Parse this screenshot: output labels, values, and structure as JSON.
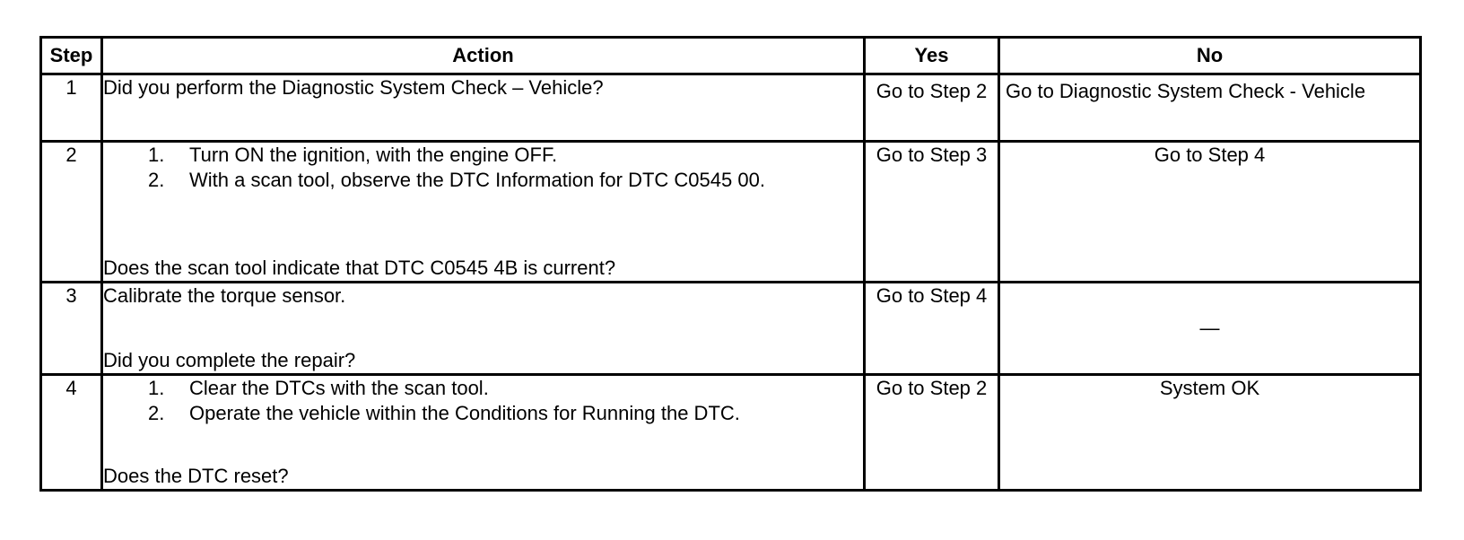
{
  "headers": {
    "step": "Step",
    "action": "Action",
    "yes": "Yes",
    "no": "No"
  },
  "rows": [
    {
      "step": "1",
      "action_text": "Did you perform the Diagnostic System Check – Vehicle?",
      "yes": "Go to Step 2",
      "no": "Go to Diagnostic System Check - Vehicle"
    },
    {
      "step": "2",
      "items": [
        {
          "num": "1.",
          "text": "Turn ON the ignition, with the engine OFF."
        },
        {
          "num": "2.",
          "text": "With a scan tool, observe the DTC Information for DTC C0545 00."
        }
      ],
      "question": "Does the scan tool indicate that DTC C0545 4B is current?",
      "yes": "Go to Step 3",
      "no": "Go to Step 4"
    },
    {
      "step": "3",
      "action_text": "Calibrate the torque sensor.",
      "question": "Did you complete the repair?",
      "yes": "Go to Step 4",
      "no": "—"
    },
    {
      "step": "4",
      "items": [
        {
          "num": "1.",
          "text": "Clear the DTCs with the scan tool."
        },
        {
          "num": "2.",
          "text": "Operate the vehicle within the Conditions for Running the DTC."
        }
      ],
      "question": "Does the DTC reset?",
      "yes": "Go to Step 2",
      "no": "System OK"
    }
  ]
}
